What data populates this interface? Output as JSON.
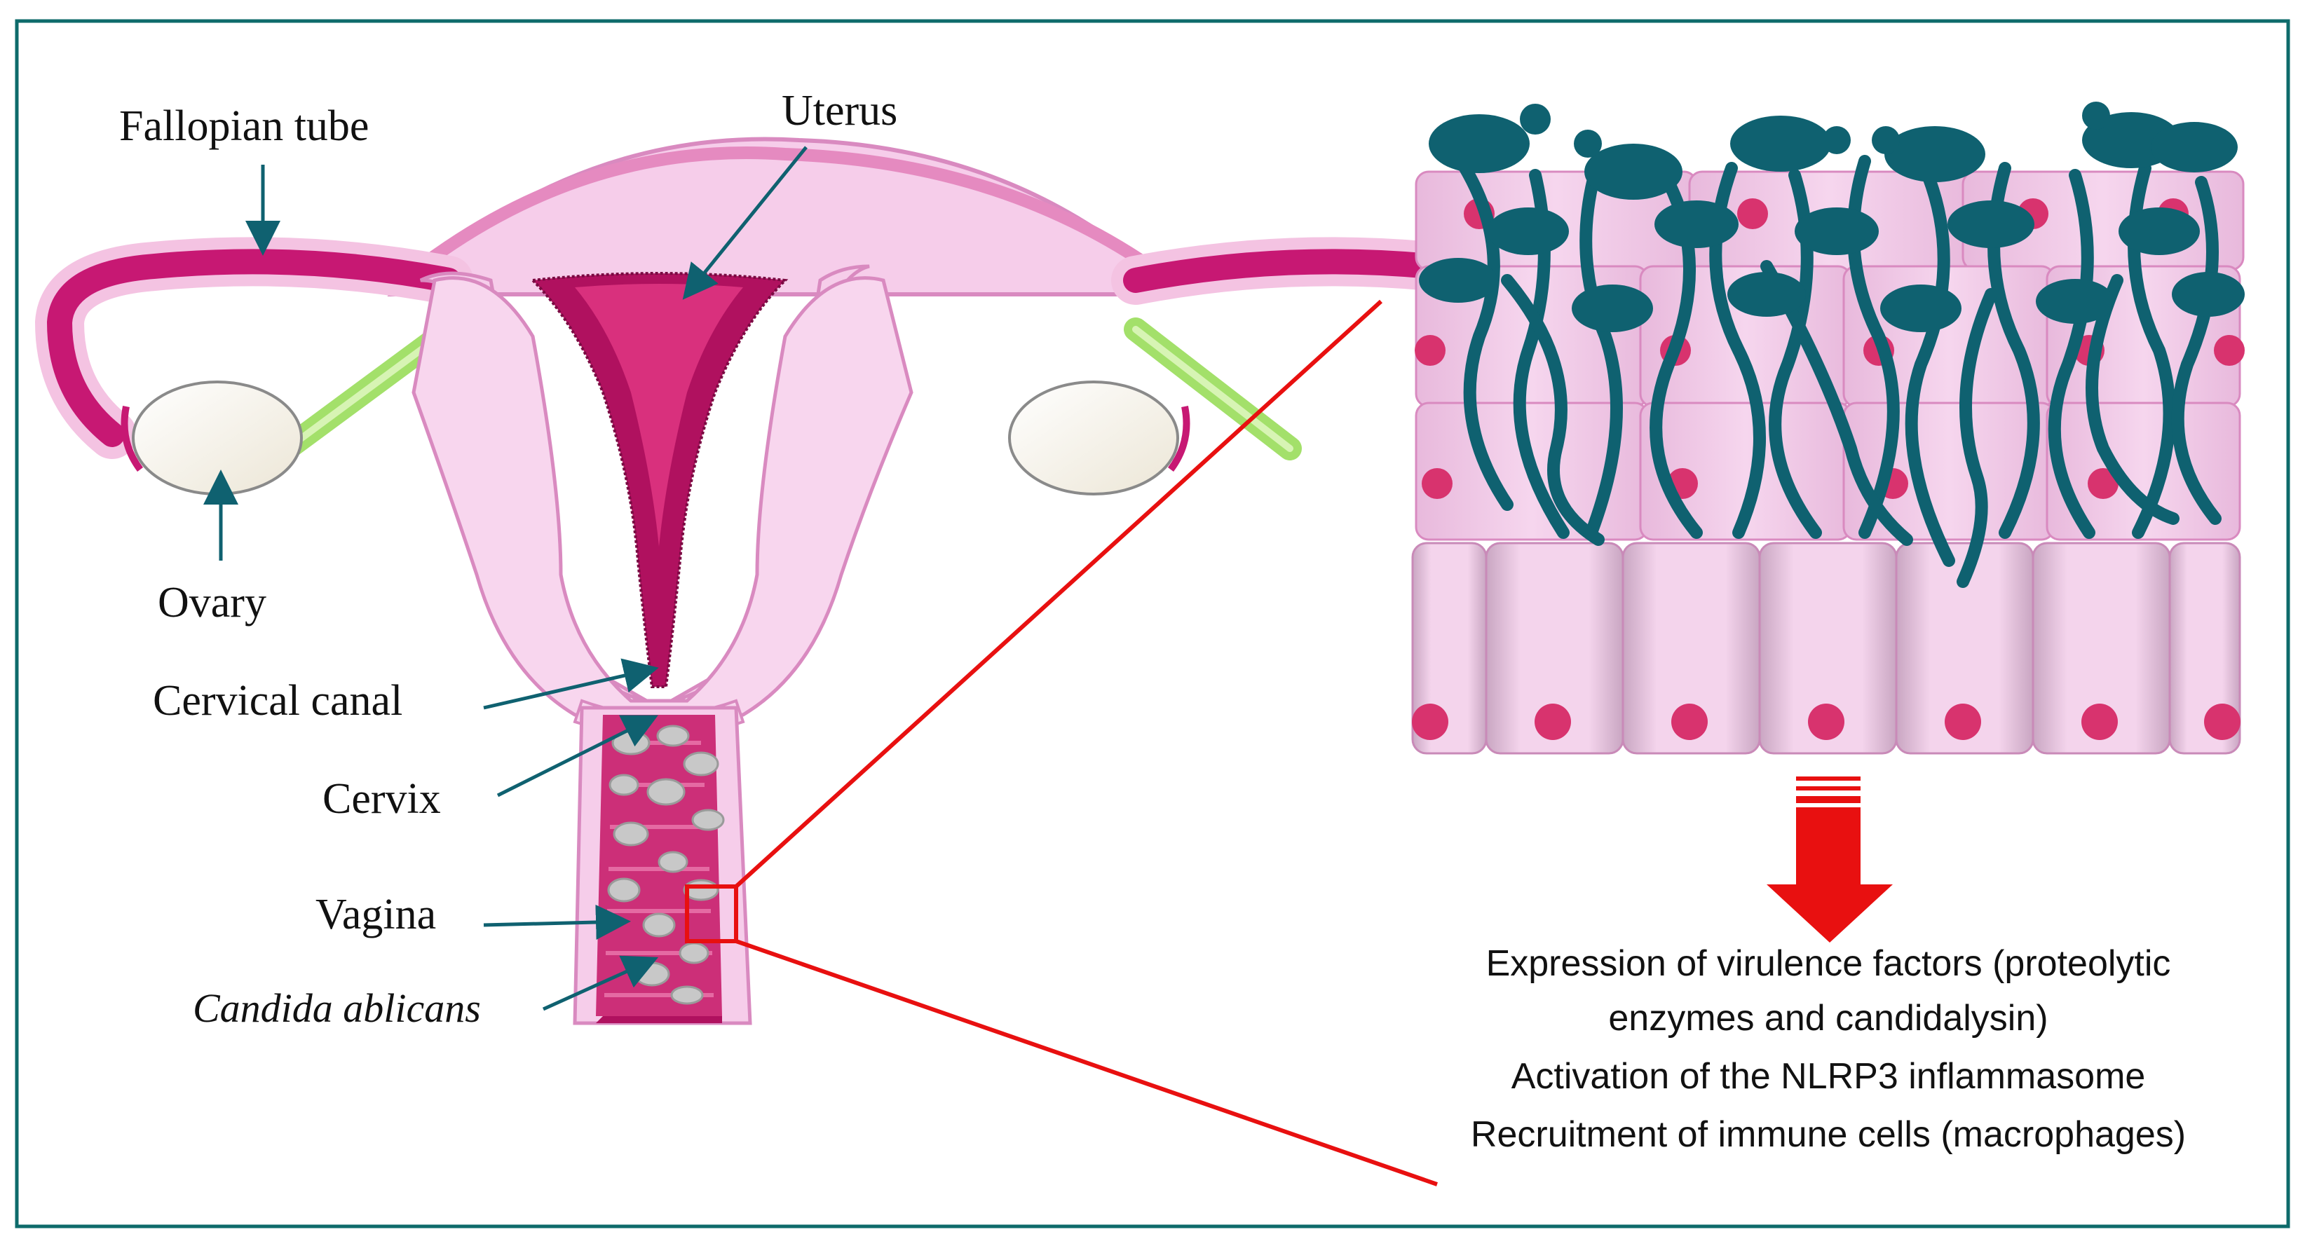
{
  "labels": {
    "fallopian_tube": "Fallopian tube",
    "uterus": "Uterus",
    "ovary": "Ovary",
    "cervical_canal": "Cervical canal",
    "cervix": "Cervix",
    "vagina": "Vagina",
    "candida": "Candida ablicans"
  },
  "consequences": [
    "Expression of virulence factors (proteolytic",
    "enzymes and candidalysin)",
    "Activation of the NLRP3 inflammasome",
    "Recruitment of immune cells (macrophages)"
  ],
  "colors": {
    "frame": "#0e6b6b",
    "arrow_teal": "#0f6170",
    "hyphae": "#0f6170",
    "epithelium": "#f2c9e6",
    "nucleus": "#d8336e",
    "uterus_outer": "#f6cdea",
    "uterus_dark": "#b0115f",
    "highlight_red": "#e81010",
    "ovary_green": "#a3e06a"
  }
}
